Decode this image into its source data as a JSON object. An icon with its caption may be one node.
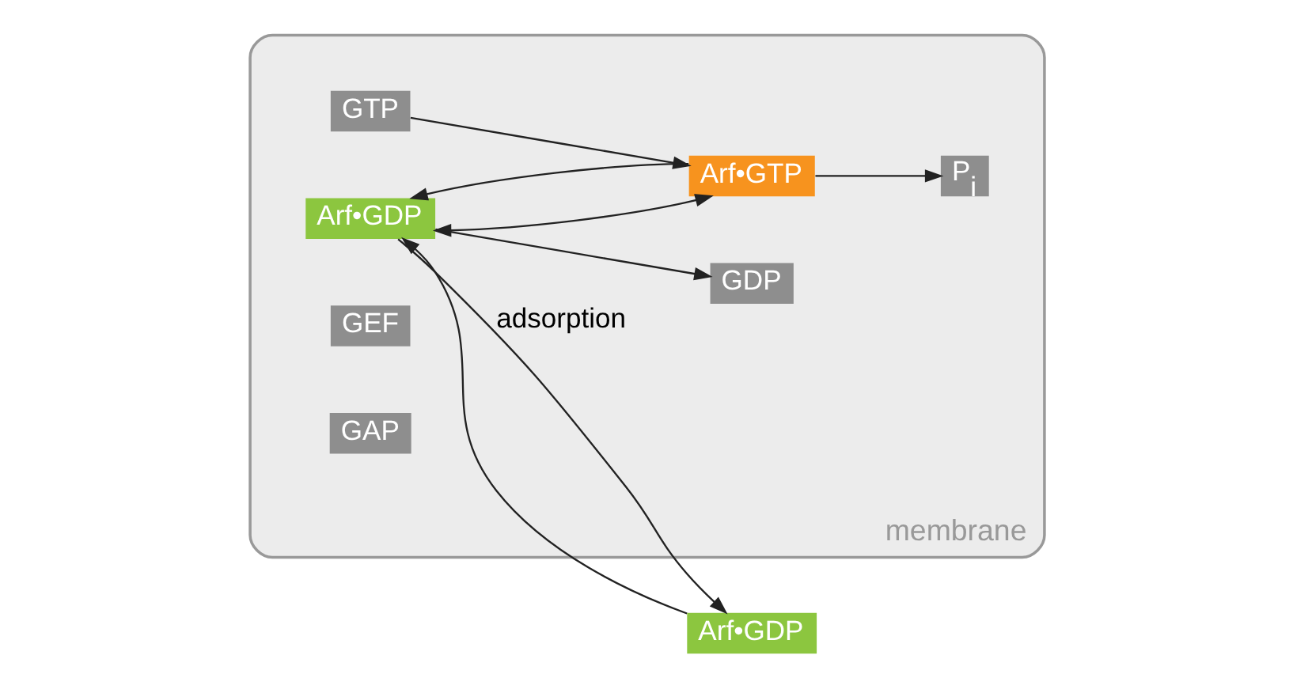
{
  "diagram": {
    "nodes": [
      {
        "text": [
          "membrane"
        ]
      },
      {
        "text": [
          "Arf•GDP"
        ]
      },
      {
        "text": [
          "Arf•GDP"
        ],
        "in": 0
      },
      {
        "text": [
          "GDP"
        ],
        "in": 0
      },
      {
        "text": [
          "GTP"
        ],
        "in": 0
      },
      {
        "text": [
          "GEF"
        ],
        "in": 0
      },
      {
        "text": [
          "Arf•GTP"
        ],
        "in": 0
      },
      {
        "text": [
          "GAP"
        ],
        "in": 0
      },
      {
        "text": [
          "P$_{i}$"
        ],
        "in": 0
      }
    ],
    "edges": [
      {
        "from": 1,
        "to": 2,
        "arrow": "to"
      },
      {
        "from": 2,
        "to": 1,
        "arrow": "to",
        "label": "adsorption"
      },
      {
        "from": 2,
        "to": 6,
        "arrow": "both"
      },
      {
        "from": 2,
        "to": 3,
        "arrow": "to"
      },
      {
        "from": 4,
        "to": 6,
        "arrow": "to"
      },
      {
        "from": 6,
        "to": 2,
        "arrow": "to"
      },
      {
        "from": 6,
        "to": 8,
        "arrow": "to"
      }
    ]
  }
}
